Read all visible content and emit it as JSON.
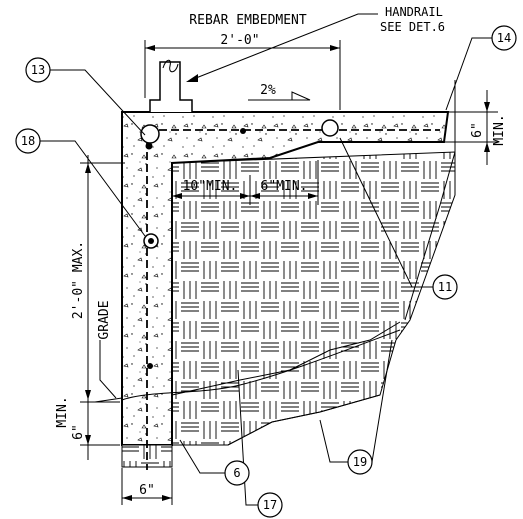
{
  "labels": {
    "rebar_embedment": "REBAR EMBEDMENT",
    "handrail_line1": "HANDRAIL",
    "handrail_line2": "SEE DET.6",
    "dim_2ft": "2'-0\"",
    "slope": "2%",
    "dim_6in_top": "6\"",
    "min_top": "MIN.",
    "dim_10in_min": "10\"MIN.",
    "dim_6in_min": "6\"MIN.",
    "dim_2ft_max": "2'-0\" MAX.",
    "grade": "GRADE",
    "dim_6in_left": "6\"",
    "min_left": "MIN.",
    "dim_6in_bottom": "6\""
  },
  "callouts": [
    {
      "id": "c13",
      "text": "13"
    },
    {
      "id": "c14",
      "text": "14"
    },
    {
      "id": "c18",
      "text": "18"
    },
    {
      "id": "c11",
      "text": "11"
    },
    {
      "id": "c6",
      "text": "6"
    },
    {
      "id": "c19",
      "text": "19"
    },
    {
      "id": "c17",
      "text": "17"
    }
  ]
}
